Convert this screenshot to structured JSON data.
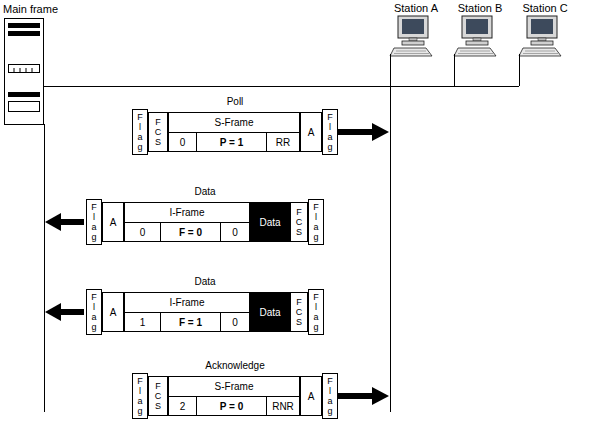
{
  "diagram": {
    "nodes": [
      {
        "text": [
          "Main frame"
        ]
      },
      {
        "text": [
          "Station A"
        ]
      },
      {
        "text": [
          "Station B"
        ]
      },
      {
        "text": [
          "Station C"
        ]
      },
      {
        "text": [
          "Poll"
        ]
      },
      {
        "text": [
          "Flag"
        ],
        "in": 4
      },
      {
        "text": [
          "FCS"
        ],
        "in": 4
      },
      {
        "text": [
          "S-Frame"
        ],
        "in": 4
      },
      {
        "text": [
          "0"
        ],
        "in": 7
      },
      {
        "text": [
          "P = 1"
        ],
        "in": 7
      },
      {
        "text": [
          "RR"
        ],
        "in": 7
      },
      {
        "text": [
          "A"
        ],
        "in": 4
      },
      {
        "text": [
          "Flag"
        ],
        "in": 4
      },
      {
        "text": [
          "Data"
        ]
      },
      {
        "text": [
          "Flag"
        ],
        "in": 13
      },
      {
        "text": [
          "A"
        ],
        "in": 13
      },
      {
        "text": [
          "I-Frame"
        ],
        "in": 13
      },
      {
        "text": [
          "0"
        ],
        "in": 16
      },
      {
        "text": [
          "F = 0"
        ],
        "in": 16
      },
      {
        "text": [
          "0"
        ],
        "in": 16
      },
      {
        "text": [
          "Data"
        ],
        "in": 13
      },
      {
        "text": [
          "FCS"
        ],
        "in": 13
      },
      {
        "text": [
          "Flag"
        ],
        "in": 13
      },
      {
        "text": [
          "Data"
        ]
      },
      {
        "text": [
          "Flag"
        ],
        "in": 23
      },
      {
        "text": [
          "A"
        ],
        "in": 23
      },
      {
        "text": [
          "I-Frame"
        ],
        "in": 23
      },
      {
        "text": [
          "1"
        ],
        "in": 26
      },
      {
        "text": [
          "F = 1"
        ],
        "in": 26
      },
      {
        "text": [
          "0"
        ],
        "in": 26
      },
      {
        "text": [
          "Data"
        ],
        "in": 23
      },
      {
        "text": [
          "FCS"
        ],
        "in": 23
      },
      {
        "text": [
          "Flag"
        ],
        "in": 23
      },
      {
        "text": [
          "Acknowledge"
        ]
      },
      {
        "text": [
          "Flag"
        ],
        "in": 33
      },
      {
        "text": [
          "FCS"
        ],
        "in": 33
      },
      {
        "text": [
          "S-Frame"
        ],
        "in": 33
      },
      {
        "text": [
          "2"
        ],
        "in": 36
      },
      {
        "text": [
          "P = 0"
        ],
        "in": 36
      },
      {
        "text": [
          "RNR"
        ],
        "in": 36
      },
      {
        "text": [
          "A"
        ],
        "in": 33
      },
      {
        "text": [
          "Flag"
        ],
        "in": 33
      }
    ]
  }
}
